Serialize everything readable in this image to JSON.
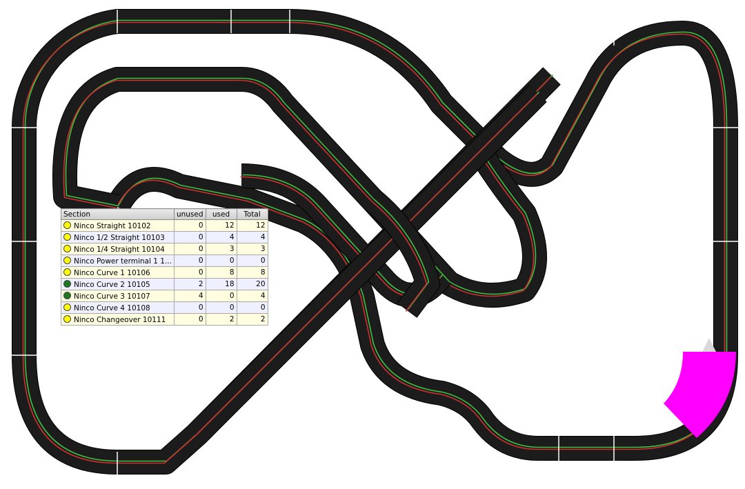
{
  "colors": {
    "track": "#1c1c1c",
    "border": "#000000",
    "lane_outer": "#40c040",
    "lane_inner": "#d03030",
    "highlight": "#ff00ff",
    "marker": "#d9d9d9"
  },
  "parts_table": {
    "headers": {
      "section": "Section",
      "unused": "unused",
      "used": "used",
      "total": "Total"
    },
    "rows": [
      {
        "name": "Ninco Straight 10102",
        "unused": "0",
        "used": "12",
        "total": "12",
        "indicator": "#ffff00"
      },
      {
        "name": "Ninco 1/2 Straight 10103",
        "unused": "0",
        "used": "4",
        "total": "4",
        "indicator": "#ffff00"
      },
      {
        "name": "Ninco 1/4 Straight 10104",
        "unused": "0",
        "used": "3",
        "total": "3",
        "indicator": "#ffff00"
      },
      {
        "name": "Ninco Power terminal 1 1...",
        "unused": "0",
        "used": "0",
        "total": "0",
        "indicator": "#ffff00"
      },
      {
        "name": "Ninco Curve 1 10106",
        "unused": "0",
        "used": "8",
        "total": "8",
        "indicator": "#ffff00"
      },
      {
        "name": "Ninco Curve 2 10105",
        "unused": "2",
        "used": "18",
        "total": "20",
        "indicator": "#1f7a1f"
      },
      {
        "name": "Ninco Curve 3 10107",
        "unused": "4",
        "used": "0",
        "total": "4",
        "indicator": "#1f7a1f"
      },
      {
        "name": "Ninco Curve 4 10108",
        "unused": "0",
        "used": "0",
        "total": "0",
        "indicator": "#ffff00"
      },
      {
        "name": "Ninco Changeover 10111",
        "unused": "0",
        "used": "2",
        "total": "2",
        "indicator": "#ffff00"
      }
    ]
  }
}
